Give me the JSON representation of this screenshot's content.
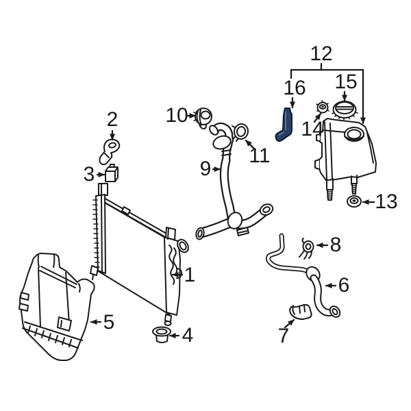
{
  "image": {
    "background": "#ffffff",
    "ink": "#1a1a1a",
    "highlight_fill": "#2b3e63",
    "highlight_outline": "#0e1c38"
  },
  "parts": {
    "p1": "1",
    "p2": "2",
    "p3": "3",
    "p4": "4",
    "p5": "5",
    "p6": "6",
    "p7": "7",
    "p8": "8",
    "p9": "9",
    "p10": "10",
    "p11": "11",
    "p12": "12",
    "p13": "13",
    "p14": "14",
    "p15": "15",
    "p16": "16"
  }
}
